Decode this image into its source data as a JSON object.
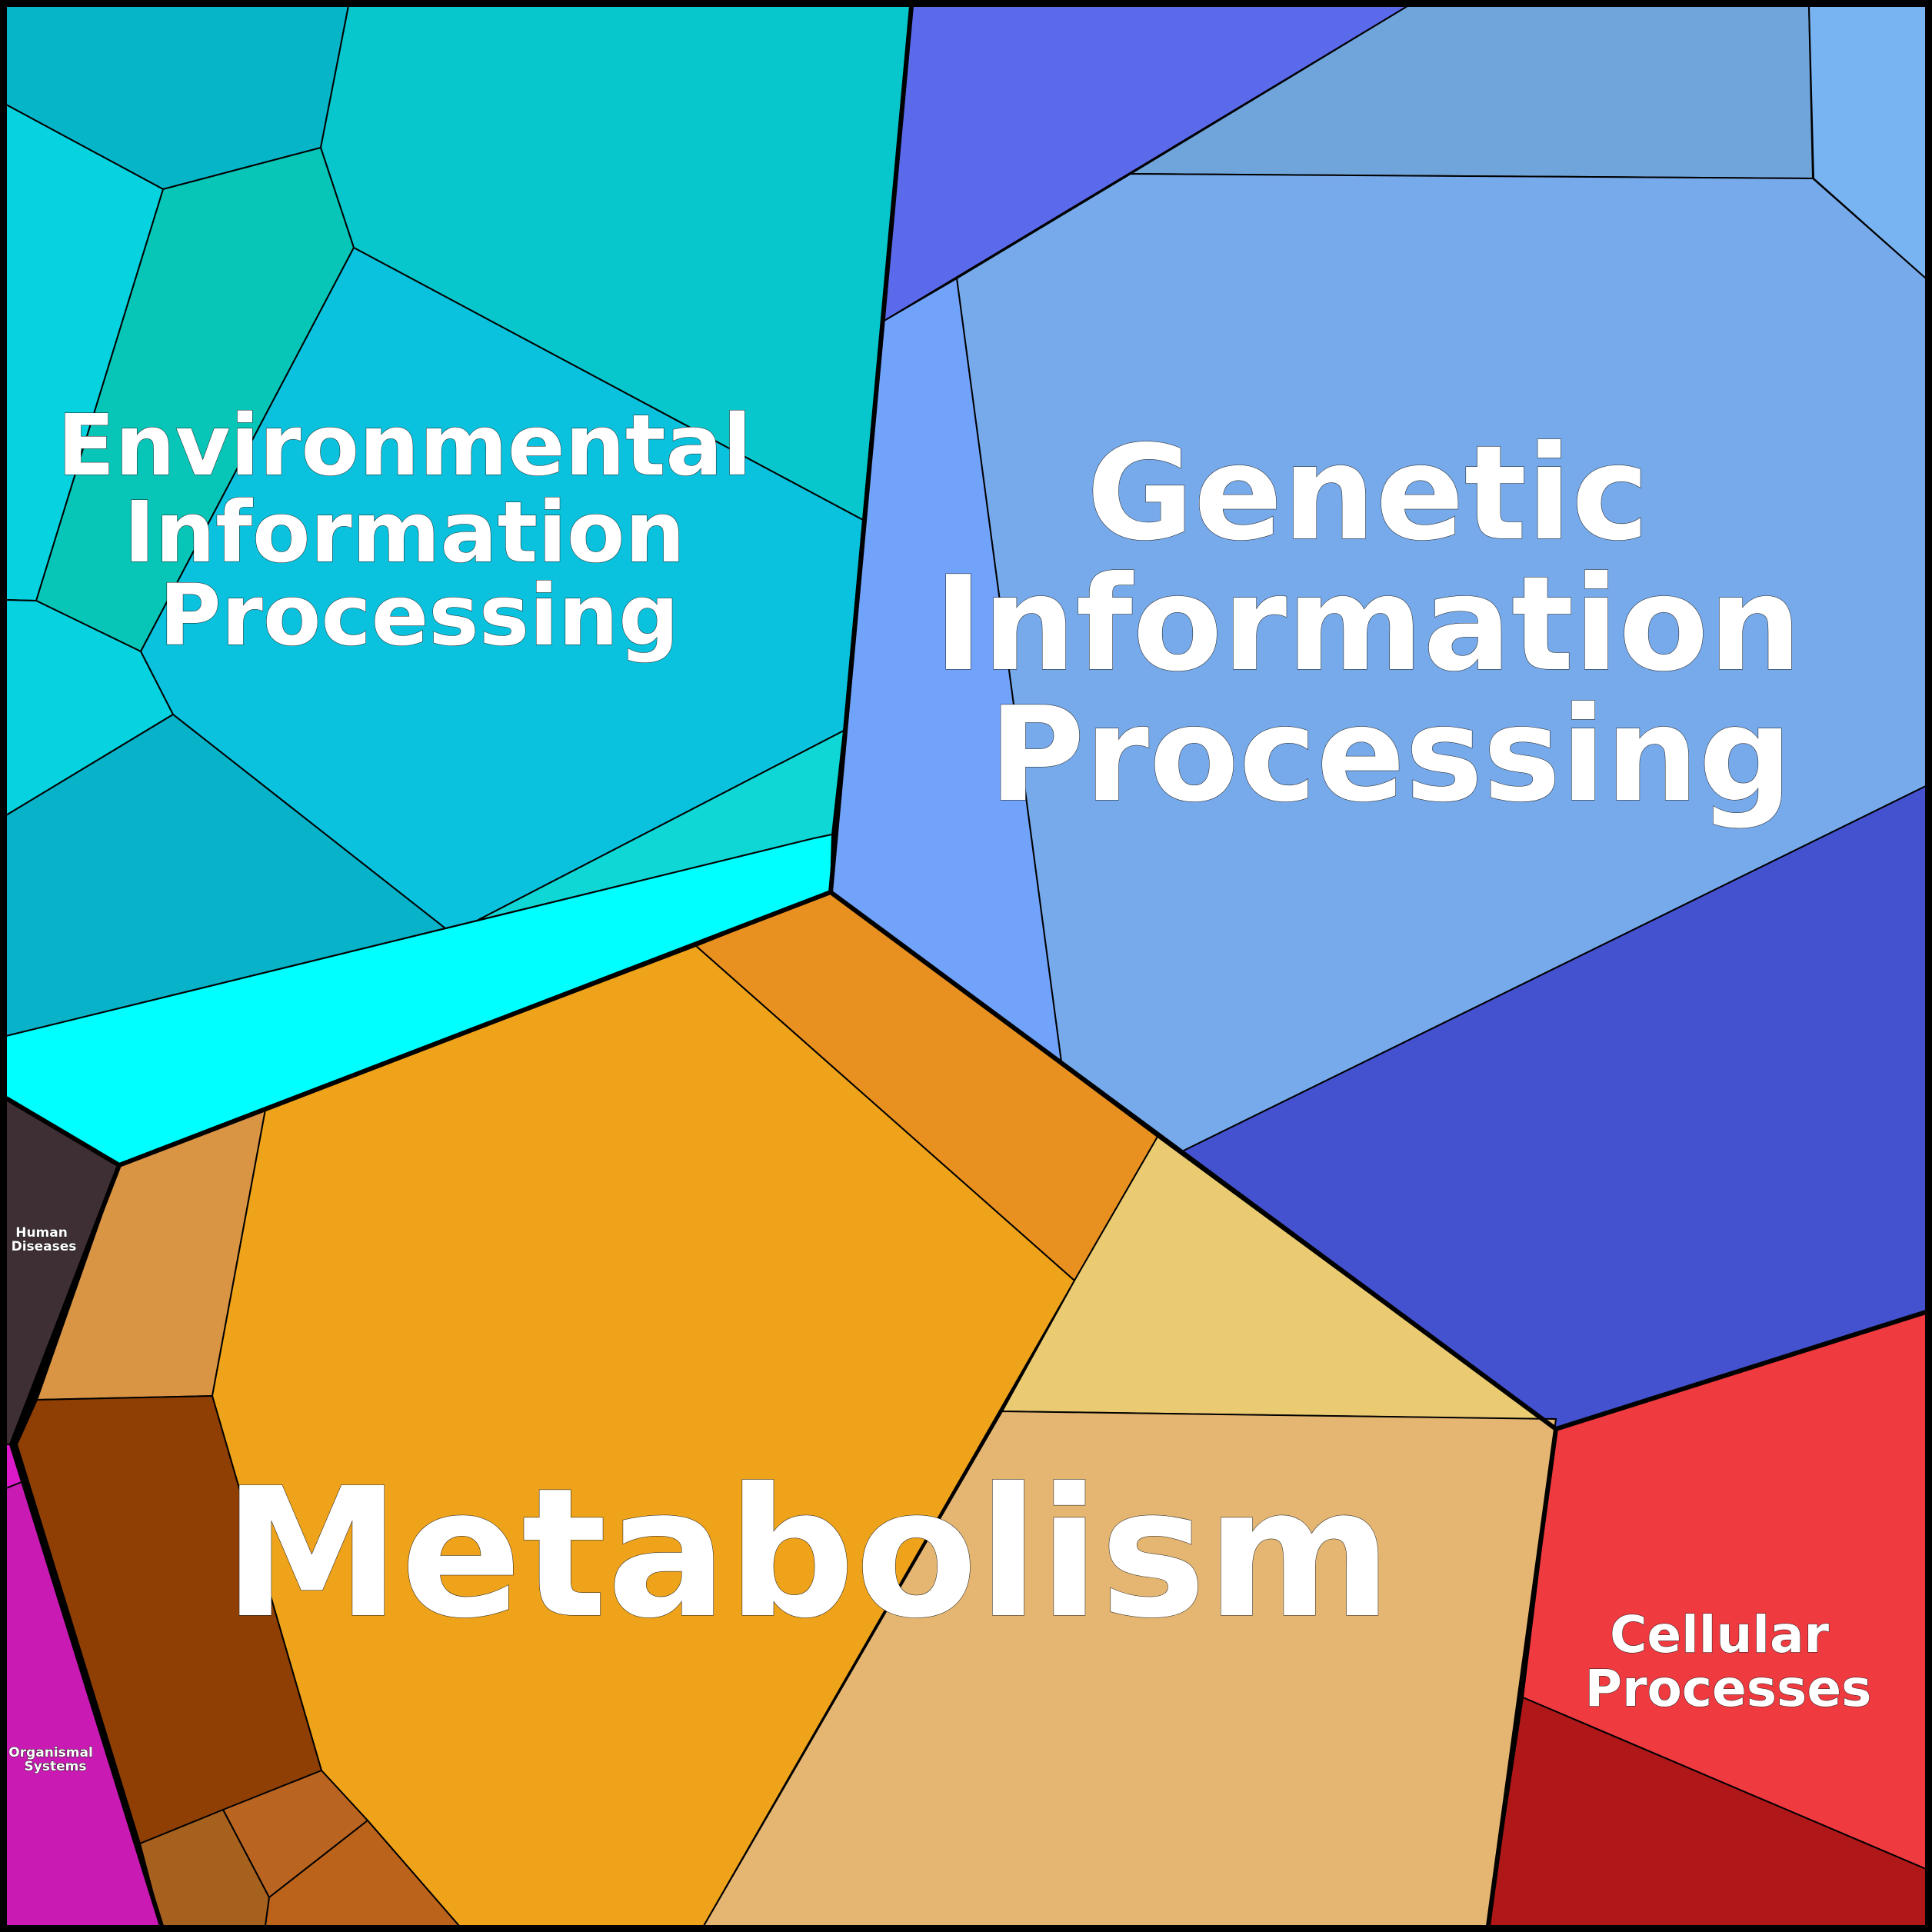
{
  "diagram": {
    "type": "voronoi-treemap",
    "categories": {
      "environmental": {
        "lines": [
          "Environmental",
          "Information",
          "Processing"
        ],
        "colors": [
          "#06b5c8",
          "#07c7cc",
          "#07c6b8",
          "#0ac2dd",
          "#07d2df",
          "#08b2c8",
          "#0fd7d6",
          "#00ffff"
        ]
      },
      "genetic": {
        "lines": [
          "Genetic",
          "Information",
          "Processing"
        ],
        "colors": [
          "#5b6aea",
          "#70a5db",
          "#79b4f2",
          "#77aaea",
          "#72a3fb",
          "#4452cf"
        ]
      },
      "metabolism": {
        "lines": [
          "Metabolism"
        ],
        "colors": [
          "#eea31a",
          "#e89020",
          "#d99444",
          "#8f3f03",
          "#ebcb72",
          "#e5b672",
          "#b96521",
          "#a7611f",
          "#bb631b"
        ]
      },
      "human_diseases": {
        "lines": [
          "Human",
          "Diseases"
        ],
        "colors": [
          "#3e2f34"
        ]
      },
      "organismal_systems": {
        "lines": [
          "Organismal",
          "Systems"
        ],
        "colors": [
          "#c91ab4",
          "#dd1ac9"
        ]
      },
      "cellular": {
        "lines": [
          "Cellular",
          "Processes"
        ],
        "colors": [
          "#ef3a40",
          "#b01718"
        ]
      }
    }
  }
}
